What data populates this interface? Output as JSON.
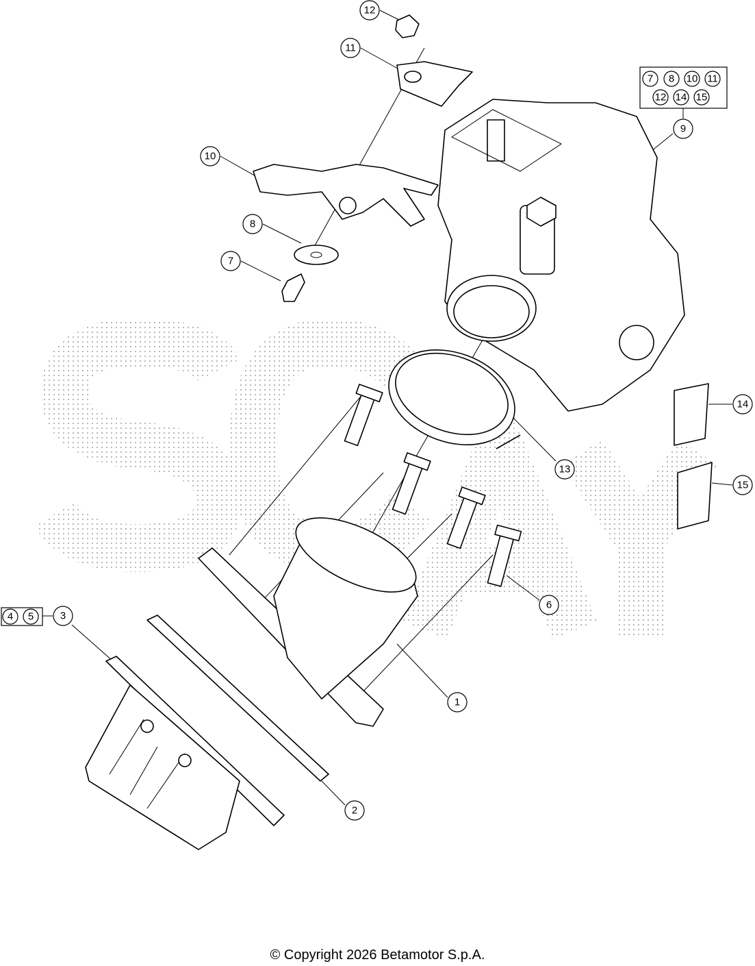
{
  "diagram": {
    "callouts": [
      "1",
      "2",
      "3",
      "6",
      "7",
      "8",
      "9",
      "10",
      "11",
      "12",
      "13",
      "14",
      "15"
    ],
    "group_boxes": [
      {
        "parent": "3",
        "members": [
          "4",
          "5"
        ]
      },
      {
        "parent": "9",
        "members": [
          "7",
          "8",
          "10",
          "11",
          "12",
          "14",
          "15"
        ]
      }
    ],
    "watermark_text": "SC AY",
    "line_color": "#000000",
    "watermark_color": "#b0b0b0"
  },
  "footer": {
    "copyright": "© Copyright 2026 Betamotor S.p.A."
  }
}
